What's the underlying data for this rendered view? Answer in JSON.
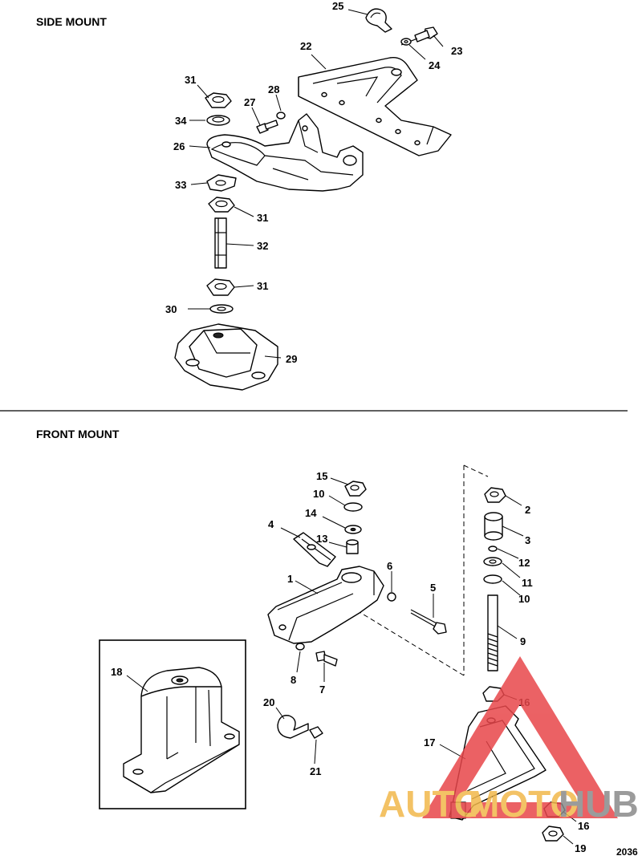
{
  "sections": {
    "side_mount": "SIDE MOUNT",
    "front_mount": "FRONT MOUNT"
  },
  "figure_number": "2036",
  "watermark": {
    "auto": "AUTO",
    "moto": "MOTO",
    "hub": "HUB",
    "accent_color": "#e8464a",
    "gold_color": "#f2b84b",
    "hub_color": "#8a8a8a"
  },
  "callouts": {
    "c25": "25",
    "c23": "23",
    "c24": "24",
    "c22": "22",
    "c31a": "31",
    "c28": "28",
    "c27": "27",
    "c34": "34",
    "c26": "26",
    "c33": "33",
    "c31b": "31",
    "c32": "32",
    "c31c": "31",
    "c30": "30",
    "c29": "29",
    "c15": "15",
    "c10a": "10",
    "c14": "14",
    "c4": "4",
    "c13": "13",
    "c1": "1",
    "c6": "6",
    "c5": "5",
    "c8": "8",
    "c7": "7",
    "c2": "2",
    "c3": "3",
    "c12": "12",
    "c11": "11",
    "c10b": "10",
    "c9": "9",
    "c16a": "16",
    "c17": "17",
    "c16b": "16",
    "c19": "19",
    "c18": "18",
    "c20": "20",
    "c21": "21"
  }
}
